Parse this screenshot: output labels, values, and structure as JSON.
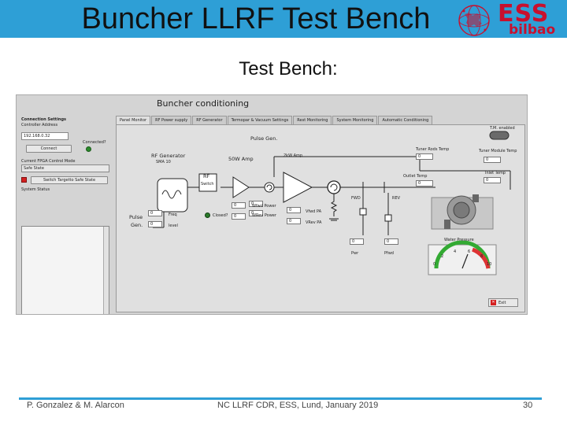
{
  "slide": {
    "title": "Buncher LLRF Test Bench",
    "subtitle": "Test Bench:",
    "logo": {
      "name": "ess-bilbao-logo",
      "text_top": "ESS",
      "text_bottom": "bilbao",
      "color": "#c8102e"
    },
    "header_color": "#2e9fd6"
  },
  "footer": {
    "authors": "P. Gonzalez & M. Alarcon",
    "event": "NC LLRF CDR, ESS, Lund, January 2019",
    "page": "30"
  },
  "labview": {
    "panel_title": "Buncher conditioning",
    "left": {
      "connection_heading": "Connection Settings",
      "controller_address_label": "Controller Address",
      "controller_address_value": "192.168.0.32",
      "connect_button": "Connect",
      "connected_label": "Connected?",
      "control_mode_label": "Current FPGA Control Mode",
      "control_mode_value": "Safe State",
      "switch_button": "Switch Targetto Safe State",
      "status_label": "System Status"
    },
    "tabs": [
      "Panel Monitor",
      "RF Power supply",
      "RF Generator",
      "Termopar & Vacuum Settings",
      "Rest Monitoring",
      "System Monitoring",
      "Automatic Conditioning"
    ],
    "schematic": {
      "pulse_gen": "Pulse Gen.",
      "rf_generator": "RF Generator",
      "rf_generator_model": "SMA 10",
      "rf_switch_line1": "RF",
      "rf_switch_line2": "Switch",
      "amp_50w": "50W Amp",
      "amp_2kw": "2kW Amp",
      "pulse_gen_box_line1": "Pulse",
      "pulse_gen_box_line2": "Gen.",
      "freq_label": "Freq",
      "level_label": "level",
      "freq_value": "0",
      "level_value": "0",
      "closed_label": "Closed?",
      "closed_value": "0",
      "power_50w_value": "0",
      "wfwd_label": "Wfwd Power",
      "wrev_label": "WRev Power",
      "wfwd_value": "0",
      "wrev_value": "0",
      "vfwd_pa_label": "Vfwd PA",
      "vrev_pa_label": "VRev PA",
      "vfwd_pa_value": "0",
      "vrev_pa_value": "0",
      "fwd_label": "FWD",
      "rev_label": "REV",
      "pwr_label": "Pwr",
      "pfwd_label": "Pfwd",
      "pwr_value": "0",
      "pfwd_value": "0",
      "tuner_rods_temp_label": "Tuner Rods Temp",
      "tuner_rods_temp_value": "0",
      "tuner_module_temp_label": "Tuner Module Temp",
      "tuner_module_temp_value": "0",
      "inlet_temp_label": "Inlet Temp",
      "inlet_temp_value": "0",
      "outlet_temp_label": "Outlet Temp",
      "outlet_temp_value": "0",
      "tm_enabled_label": "T.M. enabled",
      "water_pressure_label": "Water Pressure",
      "gauge_ticks": [
        "0",
        "2",
        "4",
        "6",
        "8",
        "10"
      ]
    },
    "exit_button": "Exit"
  }
}
